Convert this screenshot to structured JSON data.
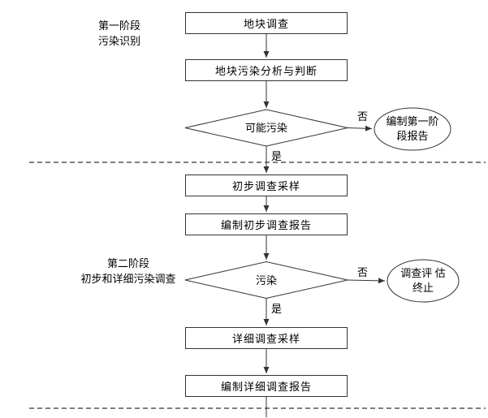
{
  "diagram": {
    "colors": {
      "stroke": "#333333",
      "background": "#ffffff"
    },
    "stage1_label": {
      "line1": "第一阶段",
      "line2": "污染识别"
    },
    "stage2_label": {
      "line1": "第二阶段",
      "line2": "初步和详细污染调查"
    },
    "nodes": {
      "site_survey": "地块调查",
      "pollution_analysis": "地块污染分析与判断",
      "decision_possible_pollution": "可能污染",
      "stage1_report": {
        "line1": "编制第一阶",
        "line2": "段报告"
      },
      "preliminary_sampling": "初步调查采样",
      "preliminary_report": "编制初步调查报告",
      "decision_pollution": "污染",
      "terminate": {
        "line1": "调查评 估",
        "line2": "终止"
      },
      "detailed_sampling": "详细调查采样",
      "detailed_report": "编制详细调查报告"
    },
    "edge_labels": {
      "no1": "否",
      "yes1": "是",
      "no2": "否",
      "yes2": "是"
    }
  }
}
